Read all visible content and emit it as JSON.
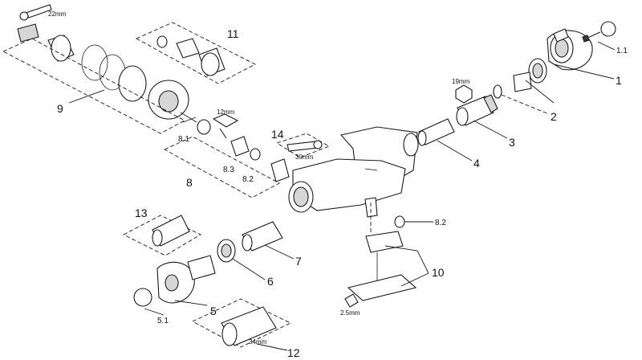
{
  "callouts": {
    "n1": "1",
    "n1_1": "1.1",
    "n2": "2",
    "n3": "3",
    "n4": "4",
    "n5": "5",
    "n5_1": "5.1",
    "n6": "6",
    "n7": "7",
    "n8": "8",
    "n8_1": "8.1",
    "n8_2a": "8.2",
    "n8_2b": "8.2",
    "n8_3": "8.3",
    "n9": "9",
    "n10": "10",
    "n11": "11",
    "n12": "12",
    "n13": "13",
    "n14": "14"
  },
  "tool_sizes": {
    "wrench_22": "22mm",
    "hex_19": "19mm",
    "allen_12": "12mm",
    "wrench_30": "30mm",
    "allen_2_5": "2.5mm",
    "socket_34": "34mm"
  }
}
